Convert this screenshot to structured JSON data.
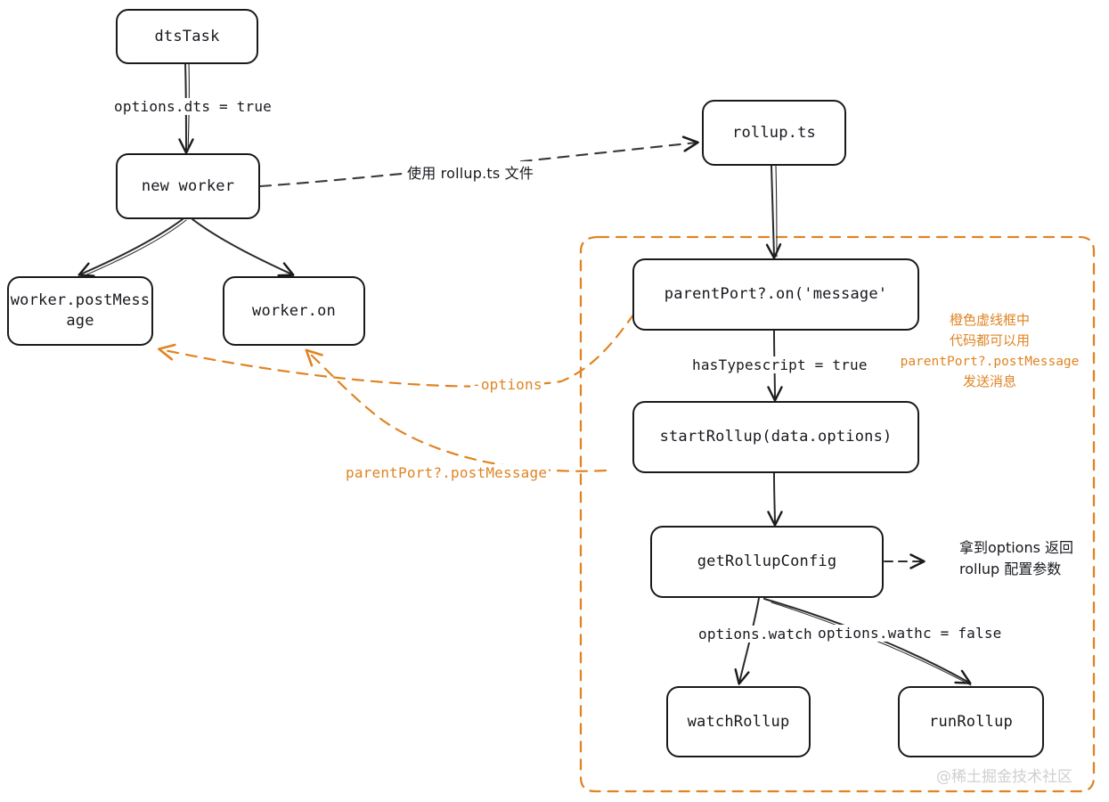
{
  "diagram": {
    "title": "dtsTask rollup worker flow",
    "accent_orange": "#e08423",
    "stroke_dark": "#1a1a1a",
    "background": "#ffffff",
    "nodes": [
      {
        "id": "dtsTask",
        "label": "dtsTask"
      },
      {
        "id": "newWorker",
        "label": "new worker"
      },
      {
        "id": "workerPost",
        "label": "worker.postMess\nage"
      },
      {
        "id": "workerOn",
        "label": "worker.on"
      },
      {
        "id": "rollupTs",
        "label": "rollup.ts"
      },
      {
        "id": "parentPortOn",
        "label": "parentPort?.on('message'"
      },
      {
        "id": "startRollup",
        "label": "startRollup(data.options)"
      },
      {
        "id": "getRollupConfig",
        "label": "getRollupConfig"
      },
      {
        "id": "watchRollup",
        "label": "watchRollup"
      },
      {
        "id": "runRollup",
        "label": "runRollup"
      }
    ],
    "edge_labels": {
      "dts_true": "options.dts = true",
      "use_rollup_file": "使用 rollup.ts 文件",
      "has_typescript": "hasTypescript = true",
      "options_watch": "options.watch",
      "options_wathc_false": "options.wathc = false"
    },
    "orange_labels": {
      "options": "-options",
      "parent_post_message": "parentPort?.postMessage"
    },
    "notes": {
      "get_config_line1": "拿到options 返回",
      "get_config_line2": "rollup 配置参数",
      "box_note_line1": "橙色虚线框中",
      "box_note_line2": "代码都可以用",
      "box_note_line3": "parentPort?.postMessage",
      "box_note_line4": "发送消息"
    },
    "watermark": "@稀土掘金技术社区"
  }
}
